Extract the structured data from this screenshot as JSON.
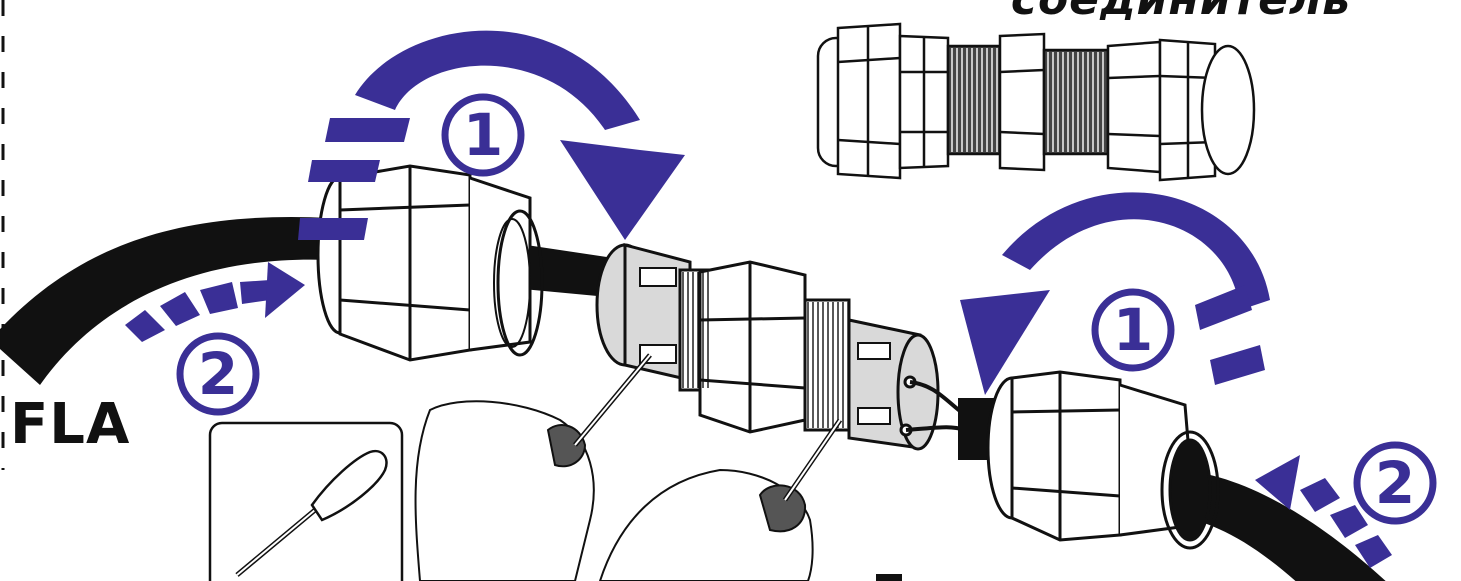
{
  "labels": {
    "top_right": "соединитель",
    "left_bottom": "FLA"
  },
  "steps": {
    "left_rotate": "1",
    "left_push": "2",
    "right_rotate": "1",
    "right_push": "2"
  },
  "colors": {
    "accent": "#3a2f96",
    "outline": "#111111",
    "cable": "#111111",
    "gland_body": "#ffffff",
    "coupler_body": "#d9d9d9",
    "thread": "#222222"
  },
  "icons": {
    "inset_tool": "screwdriver-icon",
    "rotate_arrow": "curved-arrow-icon",
    "push_arrow": "dashed-arrow-icon"
  }
}
